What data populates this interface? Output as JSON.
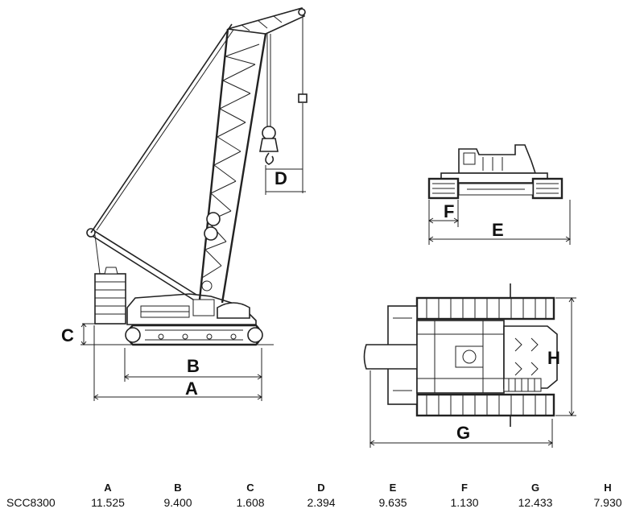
{
  "diagram": {
    "dimension_labels": [
      "A",
      "B",
      "C",
      "D",
      "E",
      "F",
      "G",
      "H"
    ]
  },
  "spec_table": {
    "model": "SCC8300",
    "headers": [
      "A",
      "B",
      "C",
      "D",
      "E",
      "F",
      "G",
      "H"
    ],
    "values": [
      "11.525",
      "9.400",
      "1.608",
      "2.394",
      "9.635",
      "1.130",
      "12.433",
      "7.930"
    ]
  }
}
